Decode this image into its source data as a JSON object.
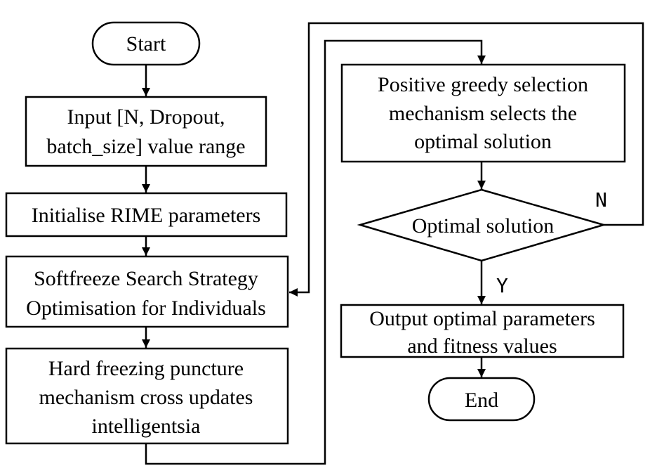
{
  "nodes": {
    "start": {
      "lines": [
        "Start"
      ]
    },
    "input": {
      "lines": [
        "Input [N, Dropout,",
        "batch_size] value range"
      ]
    },
    "init": {
      "lines": [
        "Initialise RIME parameters"
      ]
    },
    "soft": {
      "lines": [
        "Softfreeze Search Strategy",
        "Optimisation for Individuals"
      ]
    },
    "hard": {
      "lines": [
        "Hard freezing puncture",
        "mechanism cross updates",
        "intelligentsia"
      ]
    },
    "greedy": {
      "lines": [
        "Positive greedy selection",
        "mechanism selects the",
        "optimal solution"
      ]
    },
    "decision": {
      "lines": [
        "Optimal solution"
      ]
    },
    "output": {
      "lines": [
        "Output optimal parameters",
        "and fitness values"
      ]
    },
    "end": {
      "lines": [
        "End"
      ]
    }
  },
  "branches": {
    "no": "N",
    "yes": "Y"
  }
}
